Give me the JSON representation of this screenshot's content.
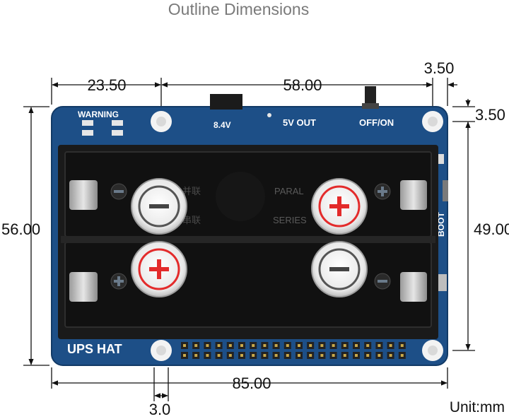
{
  "title": "Outline Dimensions",
  "unit": "Unit:mm",
  "dimensions": {
    "hole_spacing_left": "23.50",
    "hole_spacing_top": "58.00",
    "edge_offset_x": "3.50",
    "edge_offset_y": "3.50",
    "total_height": "56.00",
    "hole_spacing_vertical": "49.00",
    "total_width": "85.00",
    "hole_offset_bottom": "3.0"
  },
  "board": {
    "warning": "WARNING",
    "voltage_in": "8.4V",
    "voltage_out": "5V OUT",
    "switch": "OFF/ON",
    "name": "UPS HAT",
    "boot": "BOOT",
    "holder_top": "PARAL",
    "holder_mid": "SERIES",
    "holder_left_top": "并联",
    "holder_left_mid": "串联"
  },
  "colors": {
    "pcb": "#1d4f87",
    "holder": "#1a1a1a",
    "plus_red": "#e32b2b",
    "dimension_line": "#111111"
  }
}
